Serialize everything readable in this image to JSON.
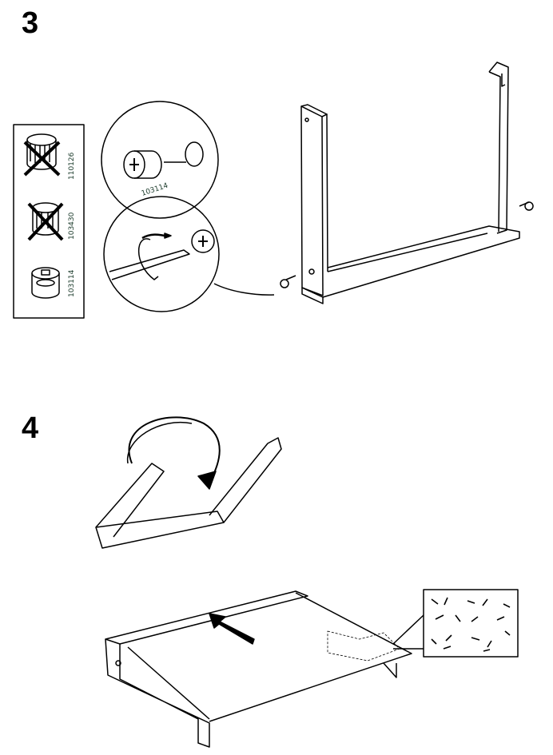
{
  "steps": [
    {
      "number": "3"
    },
    {
      "number": "4"
    }
  ],
  "parts_panel": {
    "items": [
      {
        "code": "110126",
        "status": "crossed-out"
      },
      {
        "code": "103430",
        "status": "crossed-out"
      },
      {
        "code": "103114",
        "status": "use"
      }
    ]
  },
  "detail_circle": {
    "code": "103114"
  },
  "colors": {
    "ink": "#000000",
    "code_text": "#1a3a2a",
    "background": "#ffffff"
  }
}
